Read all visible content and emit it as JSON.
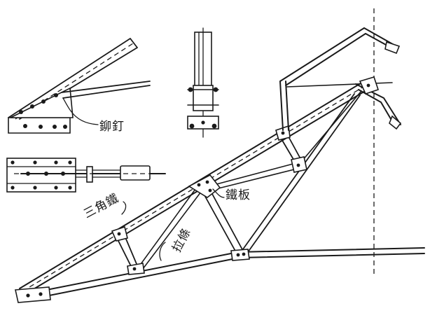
{
  "labels": {
    "rivet": "鉚釘",
    "gusset_plate": "鐵板",
    "angle_iron": "三角鐵",
    "tie_rod": "拉條"
  },
  "colors": {
    "ink": "#1a1a1a",
    "paper": "#ffffff"
  }
}
